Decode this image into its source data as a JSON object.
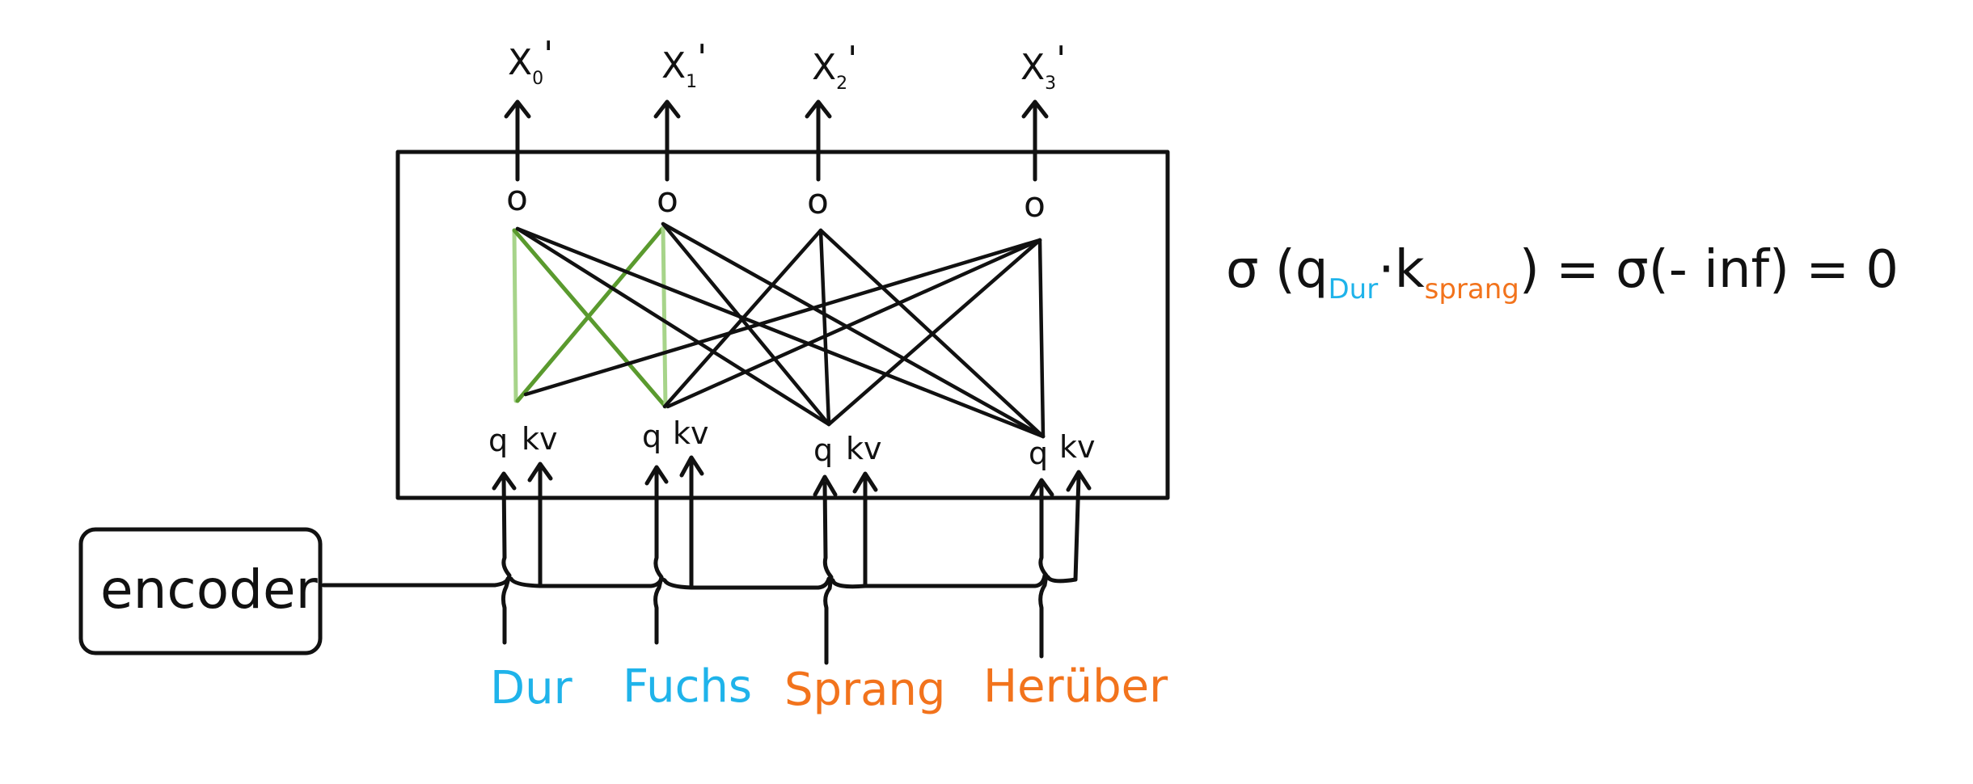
{
  "outputs": [
    {
      "label": "X",
      "sub": "0",
      "prime": "'"
    },
    {
      "label": "X",
      "sub": "1",
      "prime": "'"
    },
    {
      "label": "X",
      "sub": "2",
      "prime": "'"
    },
    {
      "label": "X",
      "sub": "3",
      "prime": "'"
    }
  ],
  "node_glyph": "o",
  "inputs": [
    {
      "q": "q",
      "kv": "kv"
    },
    {
      "q": "q",
      "kv": "kv"
    },
    {
      "q": "q",
      "kv": "kv"
    },
    {
      "q": "q",
      "kv": "kv"
    }
  ],
  "encoder_label": "encoder",
  "words": [
    {
      "text": "Dur",
      "color": "#1fb3ea"
    },
    {
      "text": "Fuchs",
      "color": "#1fb3ea"
    },
    {
      "text": "Sprang",
      "color": "#f2731c"
    },
    {
      "text": "Herüber",
      "color": "#f2731c"
    }
  ],
  "formula": {
    "sigma": "σ",
    "open": "(",
    "q": "q",
    "q_sub": "Dur",
    "dot": "·",
    "k": "k",
    "k_sub": "sprang",
    "close": ")",
    "eq1": "=",
    "rhs_sigma": "σ",
    "rhs_arg": "(- inf)",
    "eq2": "=",
    "result": "0"
  },
  "colors": {
    "ink": "#111111",
    "blue": "#1fb3ea",
    "orange": "#f2731c",
    "green_dark": "#5a9a2e",
    "green_light": "#a7d48a"
  }
}
